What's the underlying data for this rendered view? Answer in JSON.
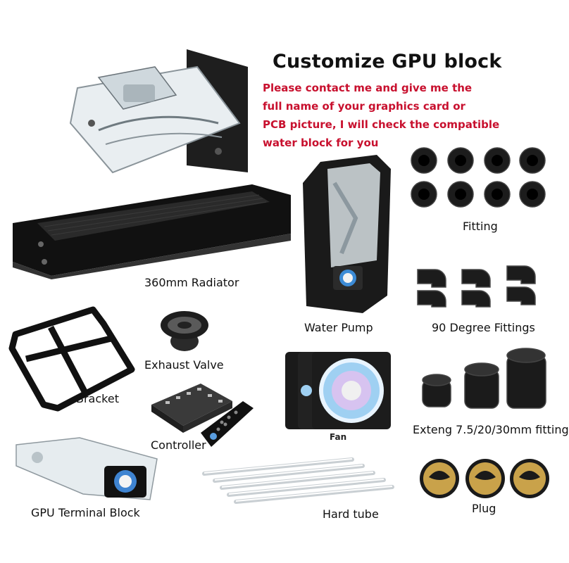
{
  "header": {
    "title": "Customize GPU block",
    "note_lines": [
      "Please contact me and give me the",
      "full name of your graphics card or",
      "PCB picture, I will check the compatible",
      "water block for you"
    ]
  },
  "labels": {
    "radiator": "360mm Radiator",
    "water_pump": "Water Pump",
    "fitting": "Fitting",
    "degree_fittings": "90 Degree Fittings",
    "exhaust_valve": "Exhaust Valve",
    "bracket": "Bracket",
    "controller": "Controller",
    "fan": "Fan",
    "extend_fitting": "Exteng 7.5/20/30mm fitting",
    "gpu_terminal": "GPU Terminal Block",
    "hard_tube": "Hard tube",
    "plug": "Plug"
  },
  "colors": {
    "note_text": "#c8102e",
    "title_text": "#111111",
    "metal_black": "#1b1b1b",
    "acrylic": "#dfe6ea",
    "plug_gold": "#c9a24a"
  }
}
